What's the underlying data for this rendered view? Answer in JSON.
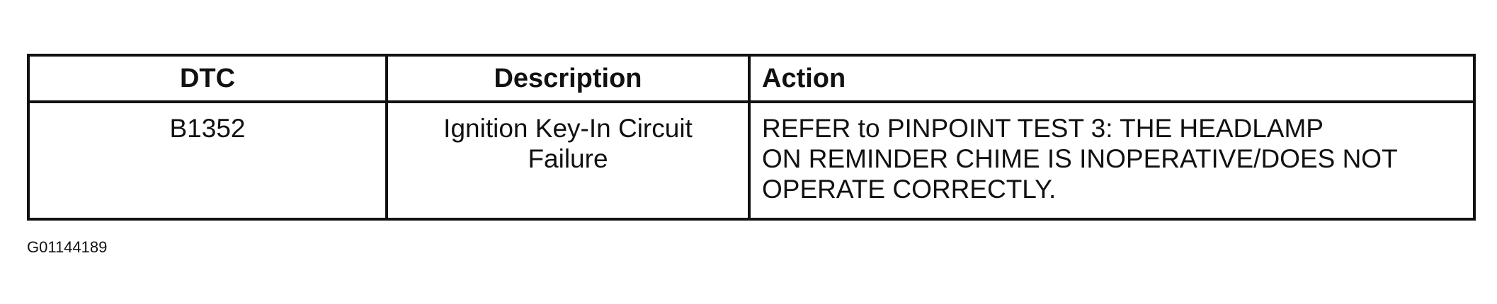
{
  "table": {
    "headers": {
      "dtc": "DTC",
      "description": "Description",
      "action": "Action"
    },
    "rows": [
      {
        "dtc": "B1352",
        "description_lines": [
          "Ignition Key-In Circuit",
          "Failure"
        ],
        "action_lines": [
          "REFER to PINPOINT TEST 3: THE HEADLAMP",
          "ON REMINDER CHIME IS INOPERATIVE/DOES NOT",
          "OPERATE CORRECTLY."
        ]
      }
    ]
  },
  "figure_id": "G01144189"
}
